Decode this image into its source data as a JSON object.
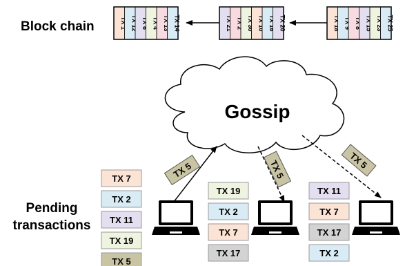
{
  "labels": {
    "block_chain": "Block chain",
    "gossip": "Gossip",
    "pending_line1": "Pending",
    "pending_line2": "transactions"
  },
  "colors": {
    "peach": "#fbe3d6",
    "blue": "#d9ecf5",
    "lavender": "#e4dff0",
    "green": "#eef4df",
    "gray": "#d3d3d3",
    "tan": "#c9c4a4"
  },
  "blocks": [
    {
      "txs": [
        {
          "label": "TX 1",
          "color": "peach"
        },
        {
          "label": "TX 12",
          "color": "blue"
        },
        {
          "label": "TX 6",
          "color": "lavender"
        },
        {
          "label": "TX 4",
          "color": "green"
        },
        {
          "label": "TX 13",
          "color": "pink"
        },
        {
          "label": "TX 14",
          "color": "blue"
        }
      ]
    },
    {
      "txs": [
        {
          "label": "TX 21",
          "color": "lavender"
        },
        {
          "label": "TX 2",
          "color": "pink"
        },
        {
          "label": "TX 30",
          "color": "green"
        },
        {
          "label": "TX 10",
          "color": "peach"
        },
        {
          "label": "TX 16",
          "color": "blue"
        },
        {
          "label": "TX 20",
          "color": "lavender"
        }
      ]
    },
    {
      "txs": [
        {
          "label": "TX 18",
          "color": "peach"
        },
        {
          "label": "TX 9",
          "color": "blue"
        },
        {
          "label": "TX 8",
          "color": "pink"
        },
        {
          "label": "TX 15",
          "color": "lavender"
        },
        {
          "label": "TX 23",
          "color": "green"
        },
        {
          "label": "TX 25",
          "color": "blue"
        }
      ]
    }
  ],
  "pending_lists": [
    [
      {
        "label": "TX 7",
        "color": "peach"
      },
      {
        "label": "TX 2",
        "color": "blue"
      },
      {
        "label": "TX 11",
        "color": "lavender"
      },
      {
        "label": "TX 19",
        "color": "green"
      },
      {
        "label": "TX 5",
        "color": "tan"
      }
    ],
    [
      {
        "label": "TX 19",
        "color": "green"
      },
      {
        "label": "TX 2",
        "color": "blue"
      },
      {
        "label": "TX 7",
        "color": "peach"
      },
      {
        "label": "TX 17",
        "color": "gray"
      }
    ],
    [
      {
        "label": "TX 11",
        "color": "lavender"
      },
      {
        "label": "TX 7",
        "color": "peach"
      },
      {
        "label": "TX 17",
        "color": "gray"
      },
      {
        "label": "TX 2",
        "color": "blue"
      }
    ]
  ],
  "messages": [
    "TX 5",
    "TX 5",
    "TX 5"
  ]
}
